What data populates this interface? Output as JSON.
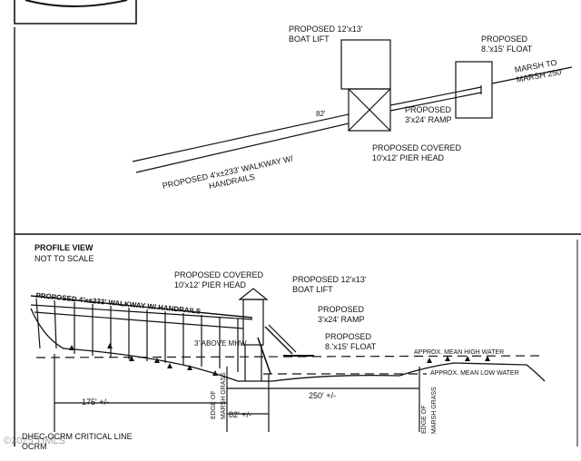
{
  "plan": {
    "boat_lift": [
      "PROPOSED 12'x13'",
      "BOAT LIFT"
    ],
    "float": [
      "PROPOSED",
      "8.'x15' FLOAT"
    ],
    "marsh": [
      "MARSH TO",
      "MARSH 250'"
    ],
    "dim_82": "82'",
    "ramp": [
      "PROPOSED",
      "3'x24' RAMP"
    ],
    "pier_head": [
      "PROPOSED COVERED",
      "10'x12' PIER HEAD"
    ],
    "walkway": [
      "PROPOSED 4'x±233' WALKWAY W/",
      "HANDRAILS"
    ]
  },
  "profile": {
    "title": "PROFILE VIEW",
    "subtitle": "NOT TO SCALE",
    "pier_head": [
      "PROPOSED COVERED",
      "10'x12' PIER HEAD"
    ],
    "boat_lift": [
      "PROPOSED 12'x13'",
      "BOAT LIFT"
    ],
    "ramp": [
      "PROPOSED",
      "3'x24' RAMP"
    ],
    "float": [
      "PROPOSED",
      "8.'x15' FLOAT"
    ],
    "walkway": "PROPOSED 4'x±233' WALKWAY W/ HANDRAILS",
    "above_mhw": "3' ABOVE MHW",
    "high_water": "APPROX. MEAN HIGH WATER",
    "low_water": "APPROX. MEAN LOW WATER",
    "edge_left": [
      "EDGE OF",
      "MARSH GRASS"
    ],
    "edge_right": [
      "EDGE OF",
      "MARSH GRASS"
    ],
    "dim_175": "175' +/-",
    "dim_82": "82' +/-",
    "dim_250": "250' +/-",
    "critical_line": [
      "DHEC-OCRM CRITICAL LINE",
      "OCRM"
    ]
  },
  "watermark": "©2025 TIMLS"
}
